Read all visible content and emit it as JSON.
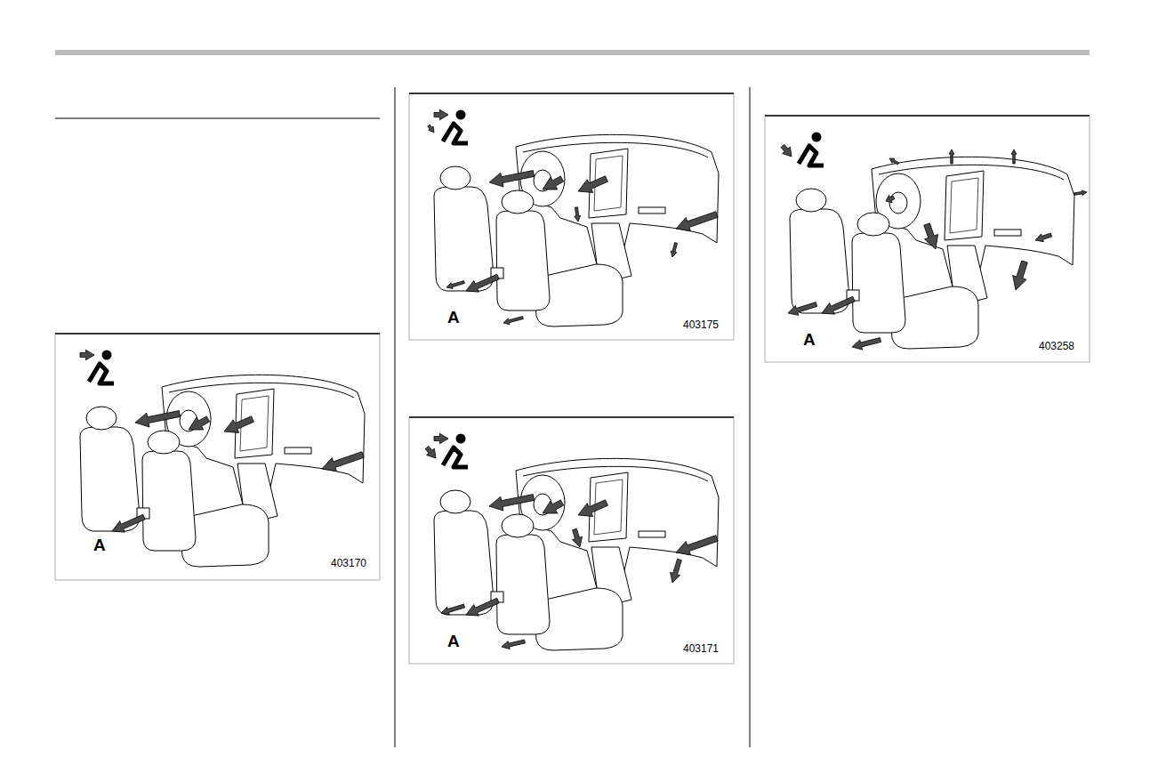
{
  "diagram": {
    "labels": [
      "A",
      "403170",
      "A",
      "403175",
      "A",
      "403171",
      "A",
      "403258"
    ]
  }
}
